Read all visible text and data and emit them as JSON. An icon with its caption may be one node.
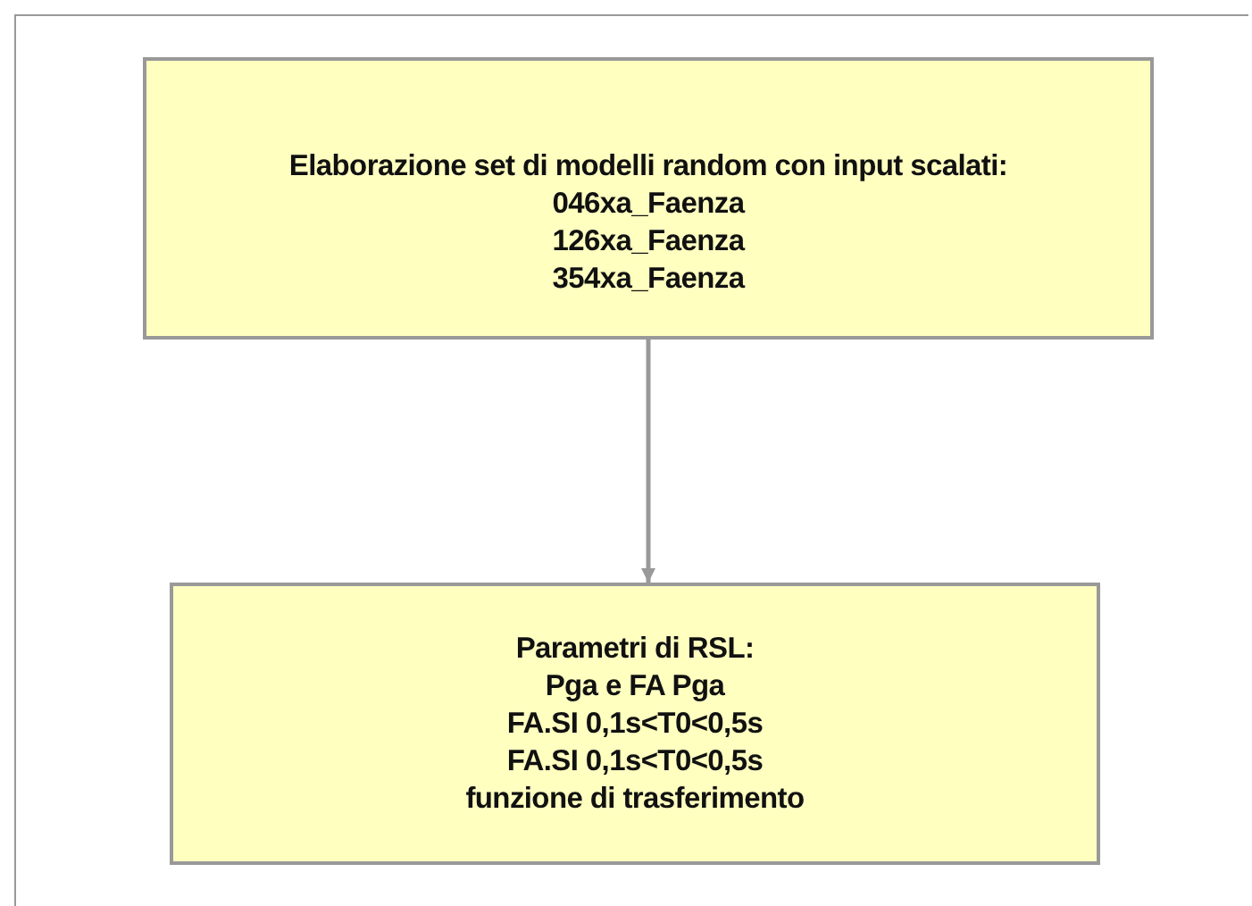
{
  "diagram": {
    "nodes": [
      {
        "text": [
          "Elaborazione set di modelli random con input scalati:",
          "046xa_Faenza",
          "126xa_Faenza",
          "354xa_Faenza"
        ]
      },
      {
        "text": [
          "Parametri di RSL:",
          "Pga e FA Pga",
          "FA.SI 0,1s<T0<0,5s",
          "FA.SI 0,1s<T0<0,5s",
          "funzione di trasferimento"
        ]
      }
    ],
    "edges": [
      {
        "from": 0,
        "to": 1,
        "arrow": "to"
      }
    ]
  }
}
